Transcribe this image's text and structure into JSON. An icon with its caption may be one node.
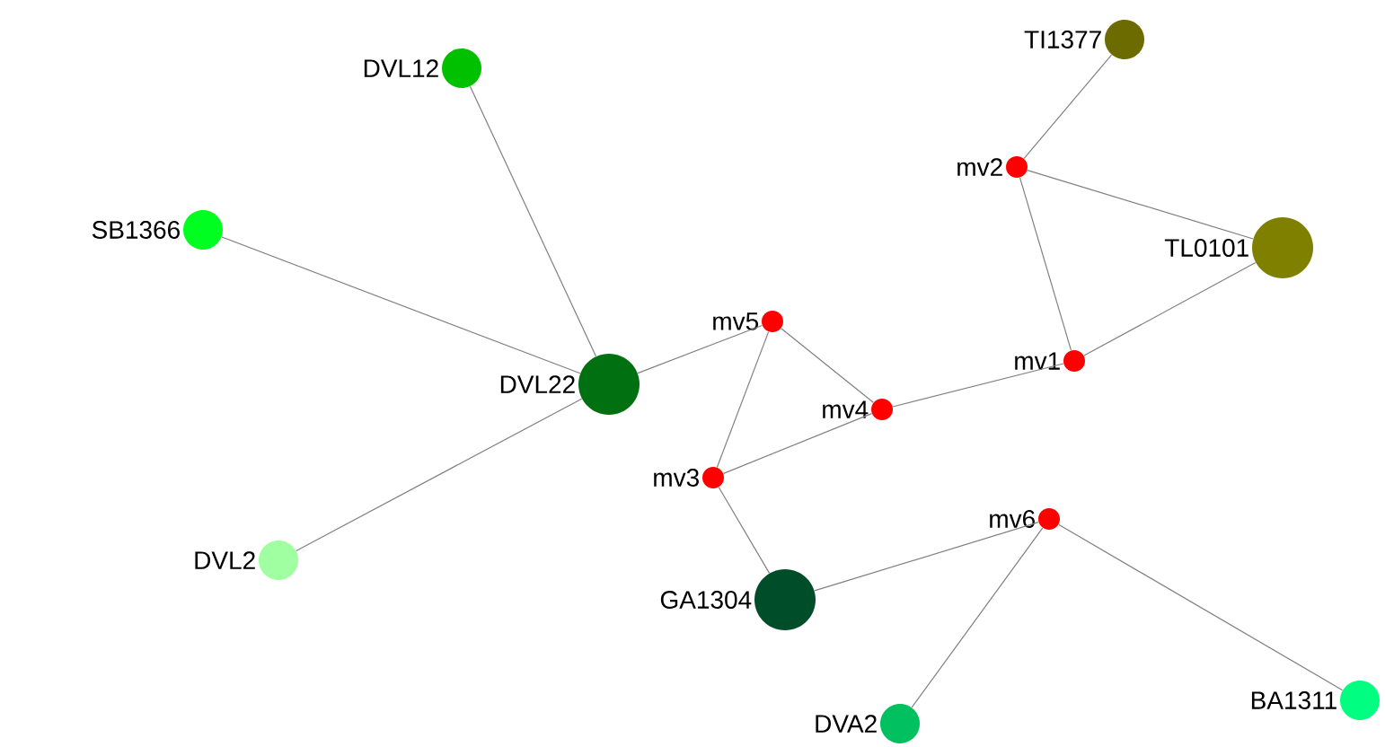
{
  "diagram": {
    "nodes": [
      {
        "text": [
          "DVL12"
        ]
      },
      {
        "text": [
          "SB1366"
        ]
      },
      {
        "text": [
          "DVL22"
        ]
      },
      {
        "text": [
          "DVL2"
        ]
      },
      {
        "text": [
          "TI1377"
        ]
      },
      {
        "text": [
          "mv2"
        ]
      },
      {
        "text": [
          "TL0101"
        ]
      },
      {
        "text": [
          "mv5"
        ]
      },
      {
        "text": [
          "mv1"
        ]
      },
      {
        "text": [
          "mv4"
        ]
      },
      {
        "text": [
          "mv3"
        ]
      },
      {
        "text": [
          "mv6"
        ]
      },
      {
        "text": [
          "GA1304"
        ]
      },
      {
        "text": [
          "BA1311"
        ]
      },
      {
        "text": [
          "DVA2"
        ]
      }
    ],
    "edges": [
      {
        "from": 0,
        "to": 2,
        "arrow": "none"
      },
      {
        "from": 1,
        "to": 2,
        "arrow": "none"
      },
      {
        "from": 3,
        "to": 2,
        "arrow": "none"
      },
      {
        "from": 2,
        "to": 7,
        "arrow": "none"
      },
      {
        "from": 7,
        "to": 9,
        "arrow": "none"
      },
      {
        "from": 7,
        "to": 10,
        "arrow": "none"
      },
      {
        "from": 10,
        "to": 9,
        "arrow": "none"
      },
      {
        "from": 9,
        "to": 8,
        "arrow": "none"
      },
      {
        "from": 8,
        "to": 5,
        "arrow": "none"
      },
      {
        "from": 8,
        "to": 6,
        "arrow": "none"
      },
      {
        "from": 5,
        "to": 6,
        "arrow": "none"
      },
      {
        "from": 5,
        "to": 4,
        "arrow": "none"
      },
      {
        "from": 10,
        "to": 12,
        "arrow": "none"
      },
      {
        "from": 12,
        "to": 11,
        "arrow": "none"
      },
      {
        "from": 11,
        "to": 14,
        "arrow": "none"
      },
      {
        "from": 11,
        "to": 13,
        "arrow": "none"
      }
    ]
  }
}
